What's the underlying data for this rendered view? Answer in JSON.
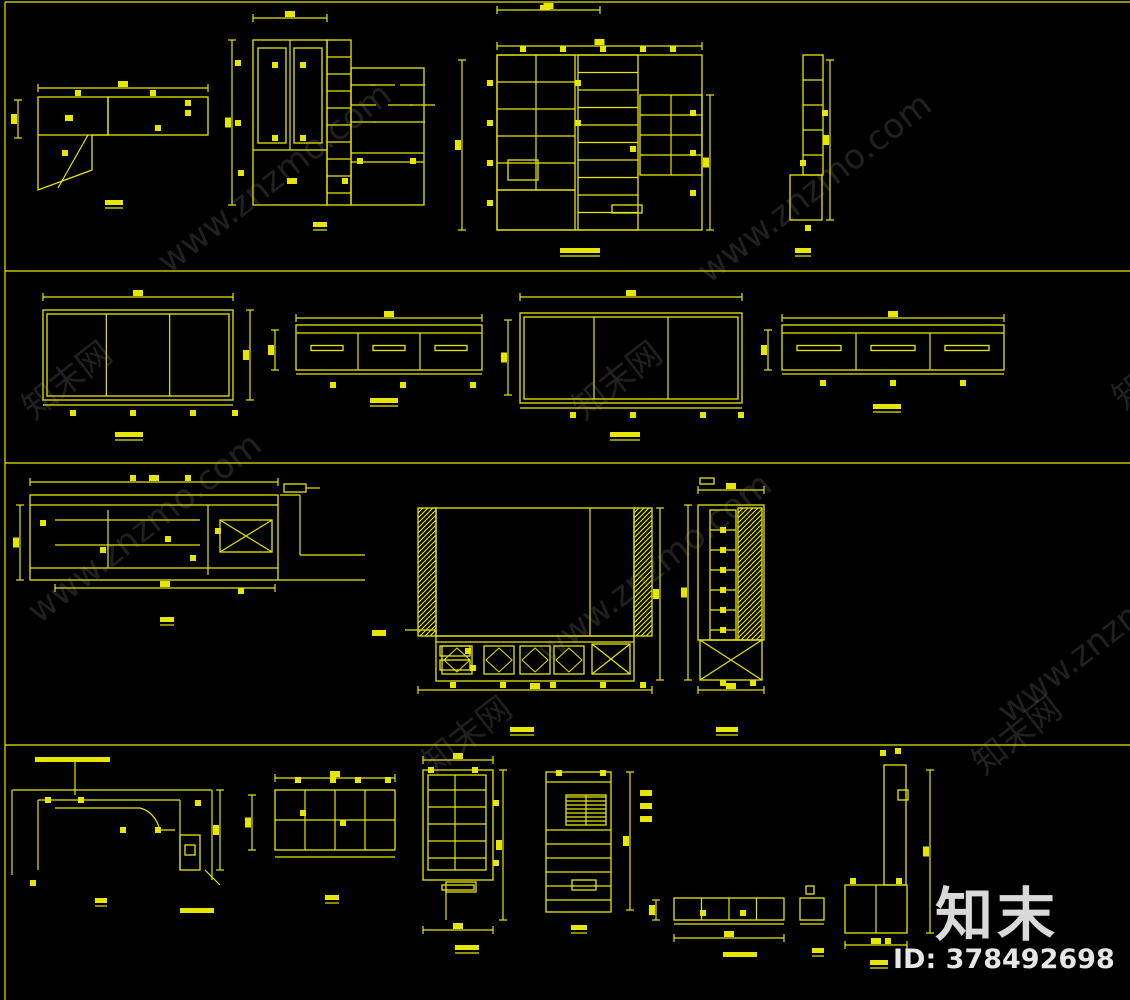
{
  "colors": {
    "background": "#000000",
    "linework": "#e6e600",
    "watermark": "#8a8a8a"
  },
  "watermarks": {
    "site": "www.znzmo.com",
    "cn": "知末网"
  },
  "brand": {
    "logo_text": "知末",
    "id_text": "ID: 378492698"
  }
}
